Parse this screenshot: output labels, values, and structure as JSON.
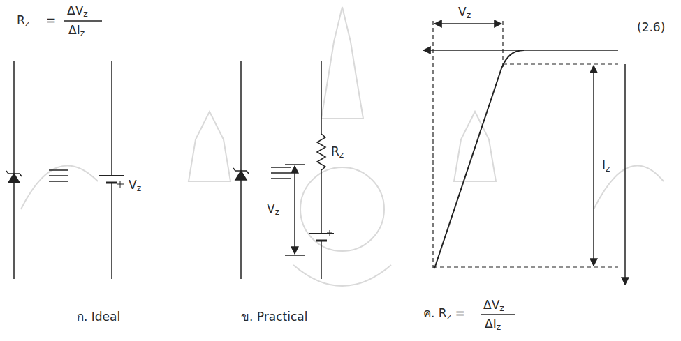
{
  "diagram": {
    "labels": [
      "Rz",
      "=",
      "ΔVz",
      "ΔIz",
      "(2.6)",
      "Vz",
      "Rz",
      "Vz",
      "Vz",
      "Iz",
      "ก. Ideal",
      "ข. Practical",
      "ค. Rz =",
      "ΔVz",
      "ΔIz"
    ]
  }
}
